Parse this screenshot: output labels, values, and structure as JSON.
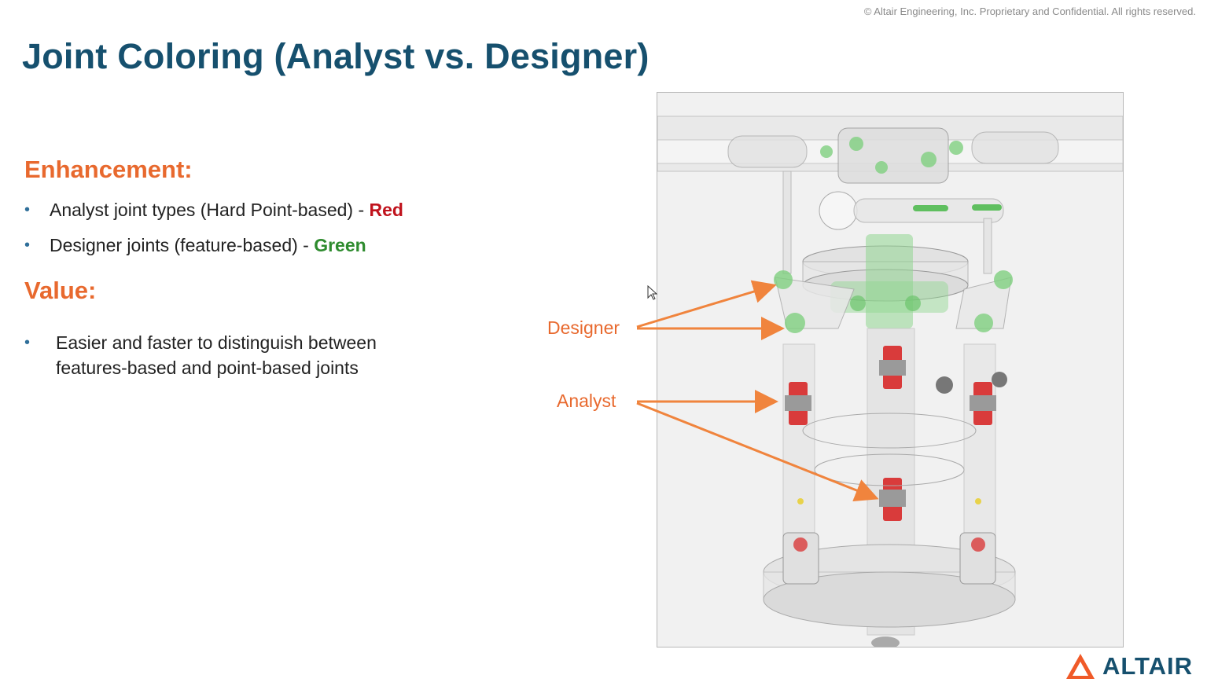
{
  "copyright": "© Altair Engineering, Inc. Proprietary and Confidential. All rights reserved.",
  "title": "Joint Coloring (Analyst vs. Designer)",
  "enhancement": {
    "heading": "Enhancement:",
    "items": [
      {
        "text": "Analyst joint types (Hard Point-based) - ",
        "emphasis": "Red"
      },
      {
        "text": "Designer joints (feature-based) - ",
        "emphasis": "Green"
      }
    ]
  },
  "value": {
    "heading": "Value:",
    "items": [
      {
        "line1": "Easier and faster to distinguish between",
        "line2": "features-based and point-based joints"
      }
    ]
  },
  "callouts": {
    "designer": "Designer",
    "analyst": "Analyst"
  },
  "logo": {
    "text": "ALTAIR",
    "icon": "altair-logo-icon"
  },
  "colors": {
    "title": "#16506e",
    "heading": "#e8692e",
    "red": "#c0121c",
    "green": "#2e8b2e",
    "bullet": "#2f6f9a"
  },
  "bullet_glyph": "•",
  "icons": [
    "mouse-cursor-icon",
    "altair-logo-icon"
  ]
}
